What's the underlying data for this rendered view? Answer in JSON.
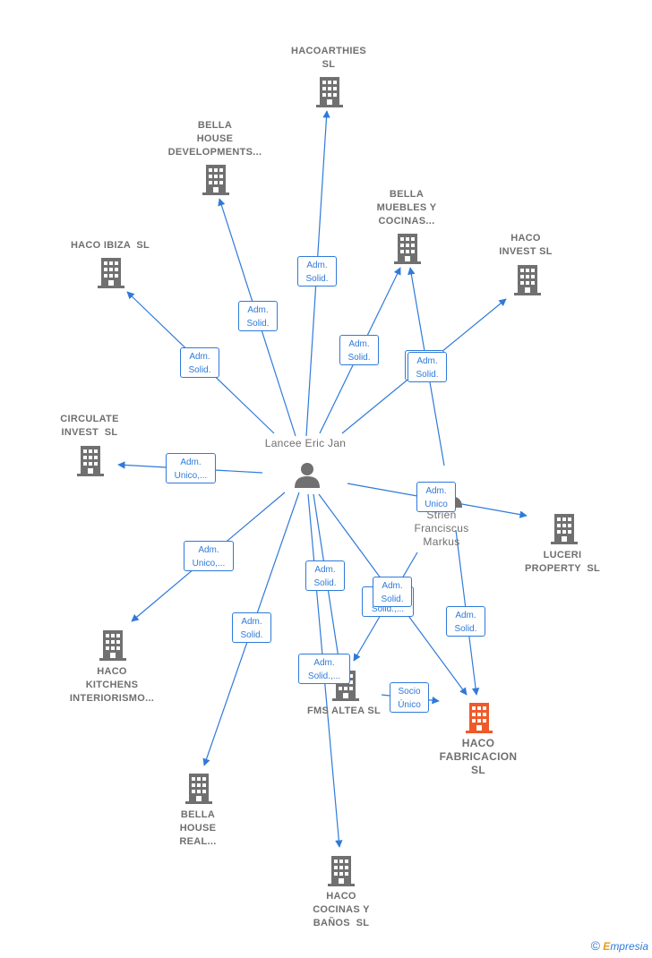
{
  "colors": {
    "edge": "#2f7ad9",
    "company_icon": "#707070",
    "main_company_icon": "#ef5a2a",
    "person_icon": "#707070",
    "label": "#6f6f6f"
  },
  "persons": [
    {
      "id": "lancee",
      "label": "Lancee Eric Jan"
    },
    {
      "id": "strien",
      "label": "Strien\nFranciscus\nMarkus"
    }
  ],
  "companies": [
    {
      "id": "hacoarthies",
      "label": "HACOARTHIES\nSL"
    },
    {
      "id": "bella_dev",
      "label": "BELLA\nHOUSE\nDEVELOPMENTS..."
    },
    {
      "id": "bella_muebles",
      "label": "BELLA\nMUEBLES Y\nCOCINAS..."
    },
    {
      "id": "haco_invest",
      "label": "HACO\nINVEST SL"
    },
    {
      "id": "haco_ibiza",
      "label": "HACO IBIZA  SL"
    },
    {
      "id": "circulate",
      "label": "CIRCULATE\nINVEST  SL"
    },
    {
      "id": "luceri",
      "label": "LUCERI\nPROPERTY  SL"
    },
    {
      "id": "haco_kitchens",
      "label": "HACO\nKITCHENS\nINTERIORISMO..."
    },
    {
      "id": "fms_altea",
      "label": "FMS ALTEA SL"
    },
    {
      "id": "haco_fabricacion",
      "label": "HACO\nFABRICACION\nSL",
      "main": true
    },
    {
      "id": "bella_real",
      "label": "BELLA\nHOUSE\nREAL..."
    },
    {
      "id": "haco_cocinas",
      "label": "HACO\nCOCINAS Y\nBAÑOS  SL"
    }
  ],
  "edges": [
    {
      "from": "lancee",
      "to": "hacoarthies",
      "label": "Adm.\nSolid."
    },
    {
      "from": "lancee",
      "to": "bella_dev",
      "label": "Adm.\nSolid."
    },
    {
      "from": "lancee",
      "to": "haco_ibiza",
      "label": "Adm.\nSolid."
    },
    {
      "from": "lancee",
      "to": "bella_muebles",
      "label": "Adm.\nSolid."
    },
    {
      "from": "lancee",
      "to": "haco_invest",
      "label": "Adm.\nSolid."
    },
    {
      "from": "strien",
      "to": "bella_muebles",
      "label": "Adm.\nSolid."
    },
    {
      "from": "lancee",
      "to": "circulate",
      "label": "Adm.\nUnico,..."
    },
    {
      "from": "lancee",
      "to": "luceri",
      "label": "Adm.\nUnico"
    },
    {
      "from": "lancee",
      "to": "haco_kitchens",
      "label": "Adm.\nUnico,..."
    },
    {
      "from": "lancee",
      "to": "bella_real",
      "label": "Adm.\nSolid."
    },
    {
      "from": "lancee",
      "to": "haco_cocinas",
      "label": "Adm.\nSolid."
    },
    {
      "from": "lancee",
      "to": "fms_altea",
      "label": "Adm.\nSolid.,..."
    },
    {
      "from": "strien",
      "to": "fms_altea",
      "label": "Adm.\nSolid.,..."
    },
    {
      "from": "lancee",
      "to": "haco_fabricacion",
      "label": "Adm.\nSolid."
    },
    {
      "from": "strien",
      "to": "haco_fabricacion",
      "label": "Adm.\nSolid."
    },
    {
      "from": "fms_altea",
      "to": "haco_fabricacion",
      "label": "Socio\nÚnico"
    }
  ],
  "footer": {
    "copyright": "©",
    "brand_initial": "E",
    "brand_rest": "mpresia"
  }
}
